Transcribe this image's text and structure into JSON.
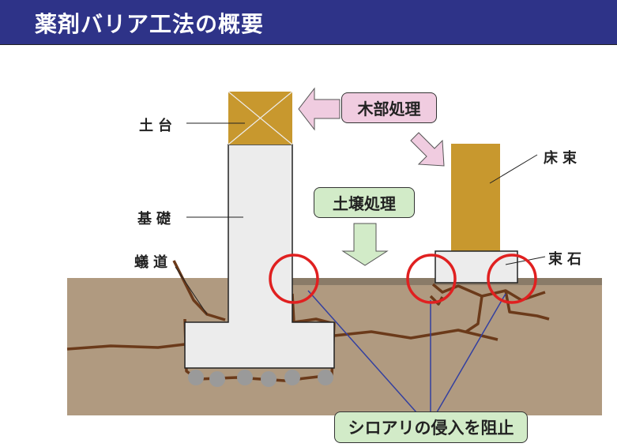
{
  "title": "薬剤バリア工法の概要",
  "labels": {
    "sill": "土台",
    "foundation": "基礎",
    "termite_path": "蟻道",
    "floor_post": "床束",
    "post_stone": "束石"
  },
  "callouts": {
    "wood_treatment": "木部処理",
    "soil_treatment": "土壌処理",
    "prevention": "シロアリの侵入を阻止"
  },
  "colors": {
    "title_bg": "#2e3388",
    "soil": "#b09a80",
    "wood": "#c8982e",
    "wood_box": "#f0cce0",
    "soil_box": "#d2ebc8",
    "barrier": "#e02020"
  }
}
